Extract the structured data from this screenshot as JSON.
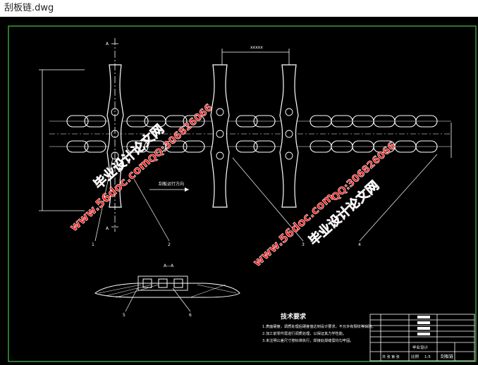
{
  "window": {
    "title": "刮板链.dwg"
  },
  "drawing": {
    "section_label_top": "A",
    "section_label_bottom": "A",
    "section_view_label": "A—A",
    "dimension_text": "xxxxx",
    "direction_label": "刮板运行方向",
    "callouts": [
      "1",
      "2",
      "3",
      "4",
      "5",
      "6"
    ],
    "notes": {
      "title": "技术要求",
      "lines": [
        "1.表面硬度，调质处理后硬度值达到设计要求，不允许有裂纹等缺陷。",
        "2.加工前零件需进行调质处理，以保证其力学性能。",
        "3.未注明公差尺寸按标准执行，焊接处焊缝需均匀牢固。"
      ]
    },
    "title_block": {
      "school": "毕业设计",
      "drawing_name": "刮板链",
      "scale_label": "比例",
      "scale": "1:5",
      "sheet": "共 张 第 张"
    }
  },
  "watermarks": [
    {
      "text": "毕业设计论文网"
    },
    {
      "text": "www.56doc.com"
    },
    {
      "text": "QQ:306826066"
    },
    {
      "text": "www.56doc.com"
    },
    {
      "text": "QQ:306826066"
    },
    {
      "text": "毕业设计论文网"
    }
  ],
  "colors": {
    "background": "#000000",
    "line": "#ffffff",
    "frame": "#3c9b3c",
    "watermark": "#ff1a1a"
  }
}
